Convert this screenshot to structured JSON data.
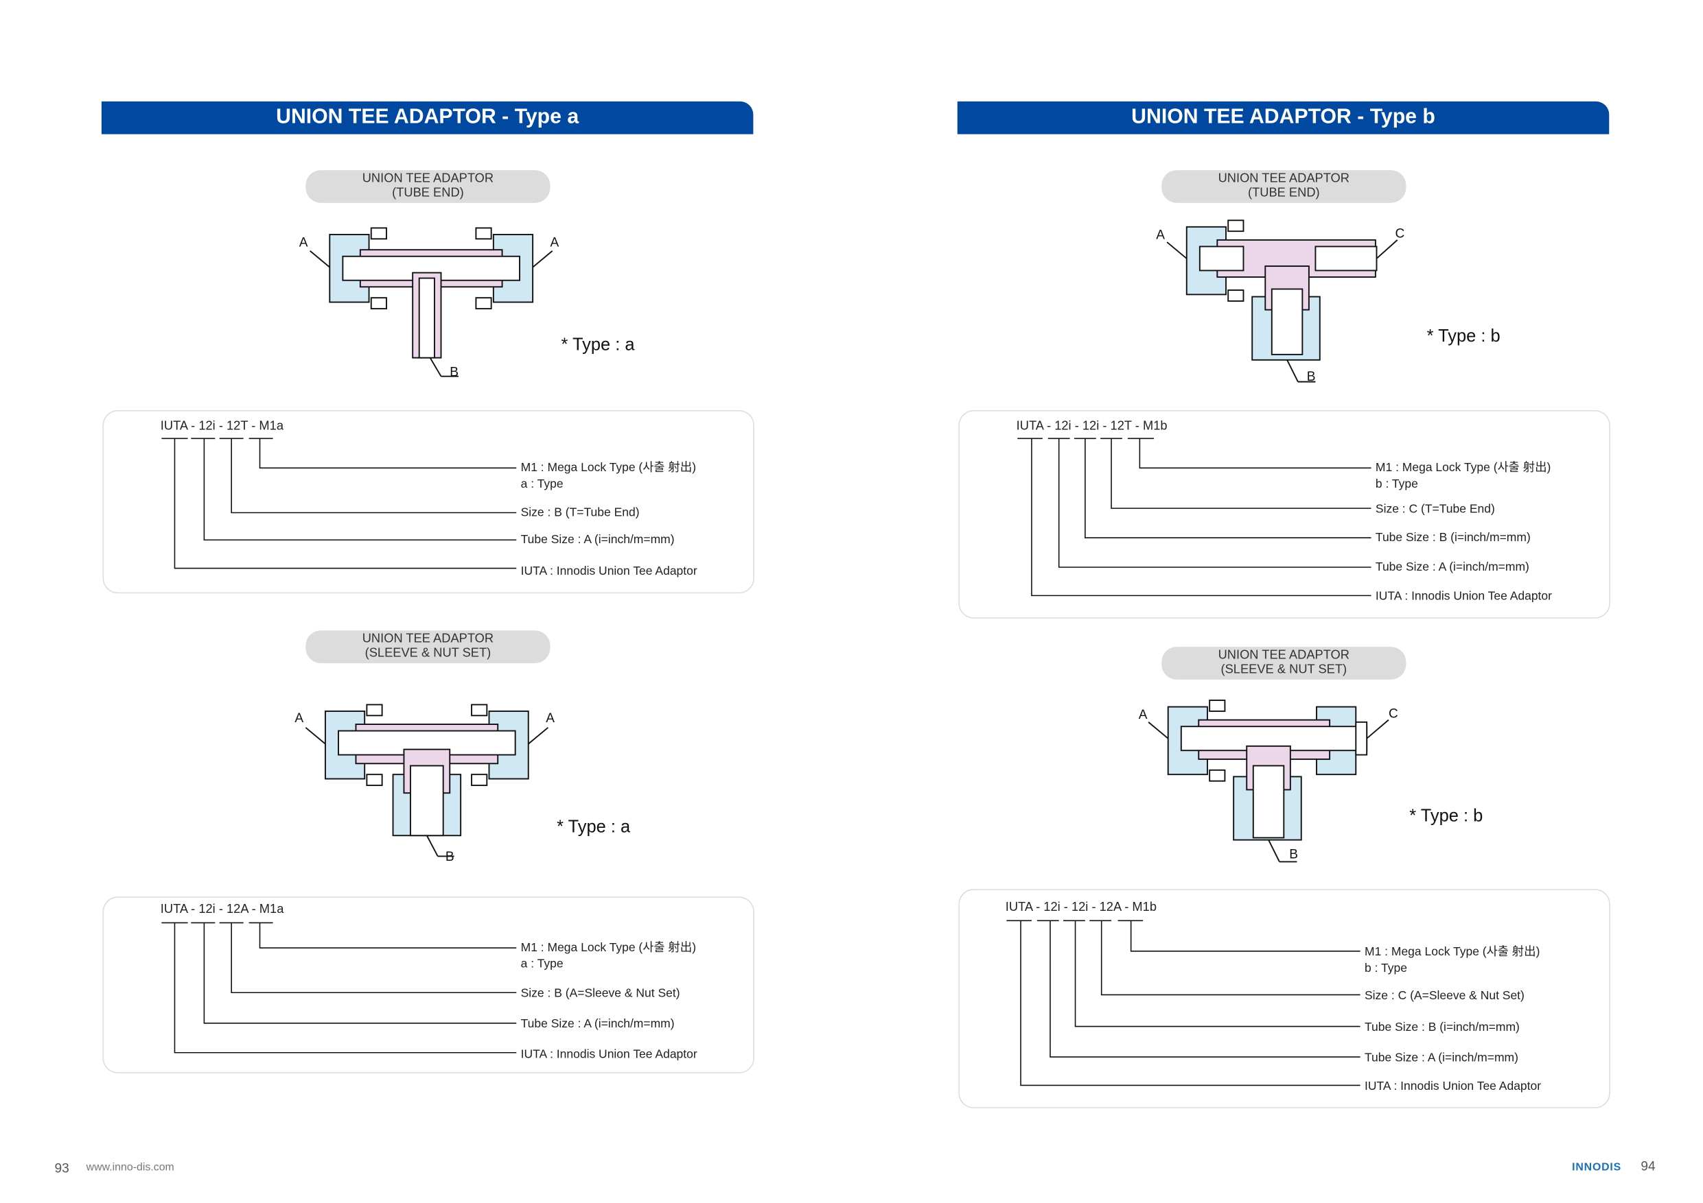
{
  "left": {
    "title": "UNION TEE ADAPTOR - Type a",
    "section1": {
      "pill": [
        "UNION TEE ADAPTOR",
        "(TUBE END)"
      ],
      "labels": {
        "left": "A",
        "right": "A",
        "bottom": "B"
      },
      "type_note": "* Type : a",
      "code": "IUTA - 12i - 12T - M1a",
      "rows": [
        "M1 : Mega Lock Type (사출 射出)",
        "a : Type",
        "Size : B (T=Tube End)",
        "Tube Size : A (i=inch/m=mm)",
        "IUTA : Innodis Union Tee Adaptor"
      ]
    },
    "section2": {
      "pill": [
        "UNION TEE ADAPTOR",
        "(SLEEVE & NUT SET)"
      ],
      "labels": {
        "left": "A",
        "right": "A",
        "bottom": "B"
      },
      "type_note": "* Type : a",
      "code": "IUTA - 12i - 12A - M1a",
      "rows": [
        "M1 : Mega Lock Type (사출 射出)",
        "a : Type",
        "Size : B (A=Sleeve & Nut Set)",
        "Tube Size : A (i=inch/m=mm)",
        "IUTA : Innodis Union Tee Adaptor"
      ]
    }
  },
  "right": {
    "title": "UNION TEE ADAPTOR - Type b",
    "section1": {
      "pill": [
        "UNION TEE ADAPTOR",
        "(TUBE END)"
      ],
      "labels": {
        "left": "A",
        "right": "C",
        "bottom": "B"
      },
      "type_note": "* Type : b",
      "code": "IUTA - 12i - 12i - 12T - M1b",
      "rows": [
        "M1 : Mega Lock Type (사출 射出)",
        "b : Type",
        "Size : C (T=Tube End)",
        "Tube Size : B (i=inch/m=mm)",
        "Tube Size : A (i=inch/m=mm)",
        "IUTA : Innodis Union Tee Adaptor"
      ]
    },
    "section2": {
      "pill": [
        "UNION TEE ADAPTOR",
        "(SLEEVE & NUT SET)"
      ],
      "labels": {
        "left": "A",
        "right": "C",
        "bottom": "B"
      },
      "type_note": "* Type : b",
      "code": "IUTA - 12i - 12i - 12A - M1b",
      "rows": [
        "M1 : Mega Lock Type (사출 射出)",
        "b : Type",
        "Size : C (A=Sleeve & Nut Set)",
        "Tube Size : B (i=inch/m=mm)",
        "Tube Size : A (i=inch/m=mm)",
        "IUTA : Innodis Union Tee Adaptor"
      ]
    }
  },
  "footer": {
    "page_left": "93",
    "url": "www.inno-dis.com",
    "logo": "INNODIS",
    "page_right": "94"
  },
  "colors": {
    "header": "#0048a0",
    "nut": "#cfe8f3",
    "body": "#ecd6ea",
    "pill": "#dcdcdc"
  }
}
